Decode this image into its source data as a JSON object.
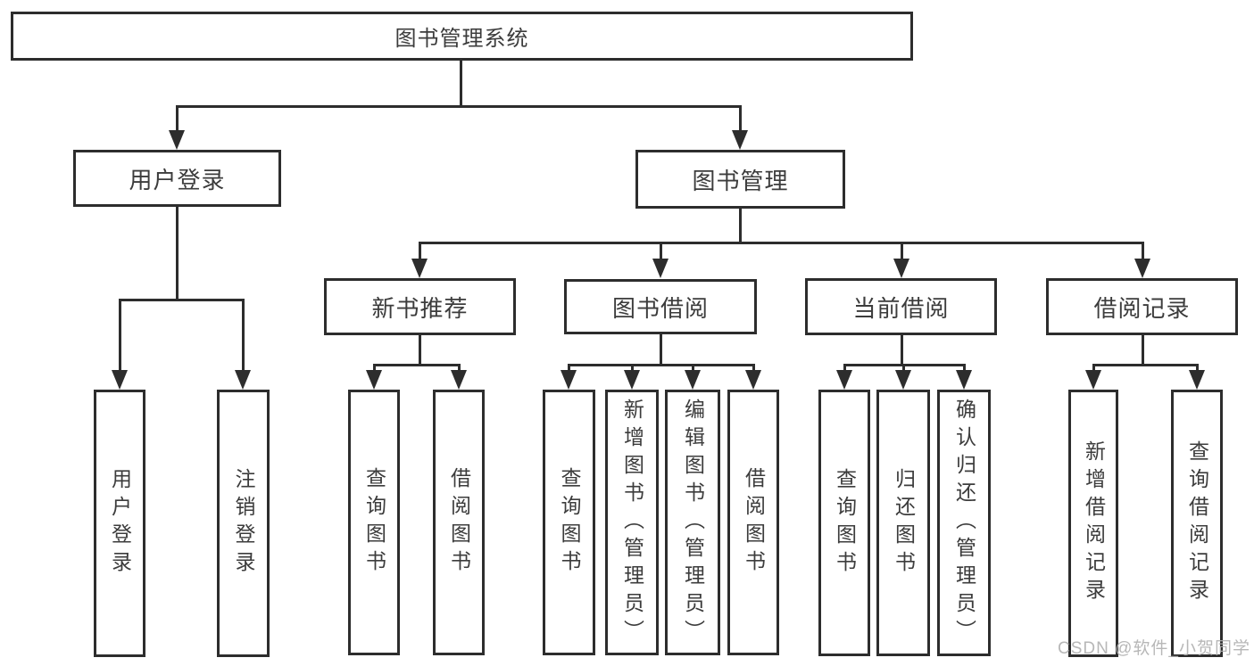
{
  "tree": {
    "label": "图书管理系统",
    "children": [
      {
        "label": "用户登录",
        "children": [
          {
            "label": "用户登录"
          },
          {
            "label": "注销登录"
          }
        ]
      },
      {
        "label": "图书管理",
        "children": [
          {
            "label": "新书推荐",
            "children": [
              {
                "label": "查询图书"
              },
              {
                "label": "借阅图书"
              }
            ]
          },
          {
            "label": "图书借阅",
            "children": [
              {
                "label": "查询图书"
              },
              {
                "label": "新增图书（管理员）"
              },
              {
                "label": "编辑图书（管理员）"
              },
              {
                "label": "借阅图书"
              }
            ]
          },
          {
            "label": "当前借阅",
            "children": [
              {
                "label": "查询图书"
              },
              {
                "label": "归还图书"
              },
              {
                "label": "确认归还（管理员）"
              }
            ]
          },
          {
            "label": "借阅记录",
            "children": [
              {
                "label": "新增借阅记录"
              },
              {
                "label": "查询借阅记录"
              }
            ]
          }
        ]
      }
    ]
  },
  "watermark": {
    "text": "CSDN @软件_小贺同学"
  },
  "colors": {
    "line": "#2d2d2d",
    "text": "#3c3c3c",
    "watermark": "#b0b0b0",
    "background": "#ffffff"
  }
}
